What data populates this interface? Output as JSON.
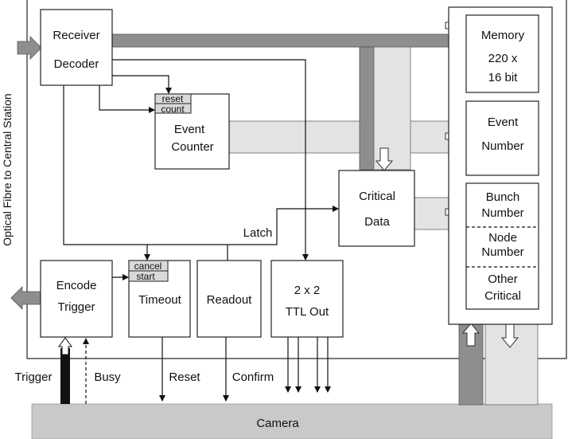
{
  "side_label": "Optical Fibre to Central Station",
  "blocks": {
    "receiver_decoder": [
      "Receiver",
      "Decoder"
    ],
    "event_counter": {
      "tags": [
        "reset",
        "count"
      ],
      "lines": [
        "Event",
        "Counter"
      ]
    },
    "critical_data": [
      "Critical",
      "Data"
    ],
    "encode_trigger": [
      "Encode",
      "Trigger"
    ],
    "timeout": {
      "tags": [
        "cancel",
        "start"
      ],
      "lines": [
        "Timeout"
      ]
    },
    "readout": [
      "Readout"
    ],
    "ttl_out": [
      "2 x 2",
      "TTL Out"
    ],
    "memory": [
      "Memory",
      "220 x",
      "16 bit"
    ],
    "event_number": [
      "Event",
      "Number"
    ],
    "bunch_number": [
      "Bunch",
      "Number"
    ],
    "node_number": [
      "Node",
      "Number"
    ],
    "other_critical": [
      "Other",
      "Critical"
    ]
  },
  "signals": {
    "latch": "Latch",
    "trigger": "Trigger",
    "busy": "Busy",
    "reset": "Reset",
    "confirm": "Confirm"
  },
  "camera": "Camera"
}
